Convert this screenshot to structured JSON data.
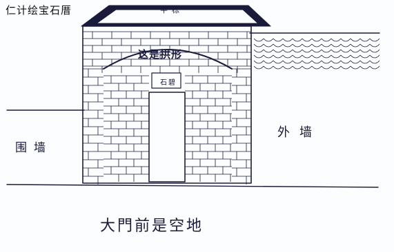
{
  "caption": "仁计绘宝石厝",
  "labels": {
    "roof": "芊栋",
    "arch": "这是拱形",
    "tablet": "石碧",
    "left_wall": "围墙",
    "right_wall": "外墙",
    "ground": "大門前是空地"
  },
  "colors": {
    "ink": "#1a1a3a",
    "paper": "#fbfdff"
  }
}
